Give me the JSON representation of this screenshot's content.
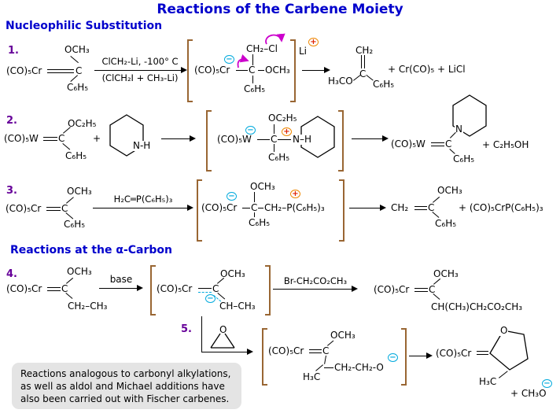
{
  "title": "Reactions of the Carbene Moiety",
  "sections": {
    "nucleophilic": "Nucleophilic Substitution",
    "alpha_carbon": "Reactions at the α-Carbon"
  },
  "charges": {
    "minus": "−",
    "plus": "+"
  },
  "colors": {
    "heading": "#0000CC",
    "step_number": "#660099",
    "bracket": "#996633",
    "negative_charge": "#00AADD",
    "positive_charge_ring": "#EE8800",
    "positive_charge_sign": "#DD2200",
    "mechanism_arrow": "#CC00CC",
    "note_background": "#E4E4E4"
  },
  "rx1": {
    "num": "1.",
    "reactant": {
      "metal": "(CO)₅Cr",
      "c": "C",
      "top": "OCH₃",
      "bottom": "C₆H₅"
    },
    "conditions_top": "ClCH₂-Li, -100° C",
    "conditions_bottom": "(ClCH₂I + CH₃-Li)",
    "intermediate": {
      "metal": "(CO)₅Cr",
      "c": "C",
      "top": "CH₂–Cl",
      "right": "OCH₃",
      "bottom": "C₆H₅",
      "counterion": "Li"
    },
    "product": {
      "top": "CH₂",
      "c": "C",
      "left": "H₃CO",
      "right": "C₆H₅",
      "byproducts": "+ Cr(CO)₅ + LiCl"
    }
  },
  "rx2": {
    "num": "2.",
    "reactant": {
      "metal": "(CO)₅W",
      "c": "C",
      "top": "OC₂H₅",
      "bottom": "C₆H₅"
    },
    "plus": "+",
    "amine_nh": "N-H",
    "intermediate": {
      "metal": "(CO)₅W",
      "c": "C",
      "top": "OC₂H₅",
      "bottom": "C₆H₅",
      "nh": "N–H"
    },
    "product": {
      "metal": "(CO)₅W",
      "c": "C",
      "n": "N",
      "bottom": "C₆H₅",
      "byproducts": "+  C₂H₅OH"
    }
  },
  "rx3": {
    "num": "3.",
    "reactant": {
      "metal": "(CO)₅Cr",
      "c": "C",
      "top": "OCH₃",
      "bottom": "C₆H₅"
    },
    "conditions": "H₂C═P(C₆H₅)₃",
    "intermediate": {
      "metal": "(CO)₅Cr",
      "c": "C",
      "top": "OCH₃",
      "bottom": "C₆H₅",
      "chain": "CH₂–P(C₆H₅)₃"
    },
    "product": {
      "left": "CH₂",
      "c": "C",
      "top": "OCH₃",
      "bottom": "C₆H₅",
      "byproducts": "+  (CO)₅CrP(C₆H₅)₃"
    }
  },
  "rx4": {
    "num": "4.",
    "reactant": {
      "metal": "(CO)₅Cr",
      "c": "C",
      "top": "OCH₃",
      "bottom": "CH₂–CH₃"
    },
    "conditions1": "base",
    "intermediate": {
      "metal": "(CO)₅Cr",
      "c": "C",
      "top": "OCH₃",
      "bottom": "CH–CH₃"
    },
    "conditions2": "Br-CH₂CO₂CH₃",
    "product": {
      "metal": "(CO)₅Cr",
      "c": "C",
      "top": "OCH₃",
      "bottom": "CH(CH₃)CH₂CO₂CH₃"
    }
  },
  "rx5": {
    "num": "5.",
    "epoxide_o": "O",
    "intermediate": {
      "metal": "(CO)₅Cr",
      "c": "C",
      "top": "OCH₃",
      "methyl": "H₃C",
      "chain": "CH₂-CH₂-O"
    },
    "product": {
      "metal": "(CO)₅Cr",
      "ring_o": "O",
      "methyl": "H₃C",
      "byproducts": "+ CH₃O"
    }
  },
  "note": {
    "line1": "Reactions analogous to carbonyl alkylations,",
    "line2": "as well as aldol and Michael additions have",
    "line3": "also been carried out with Fischer carbenes."
  }
}
